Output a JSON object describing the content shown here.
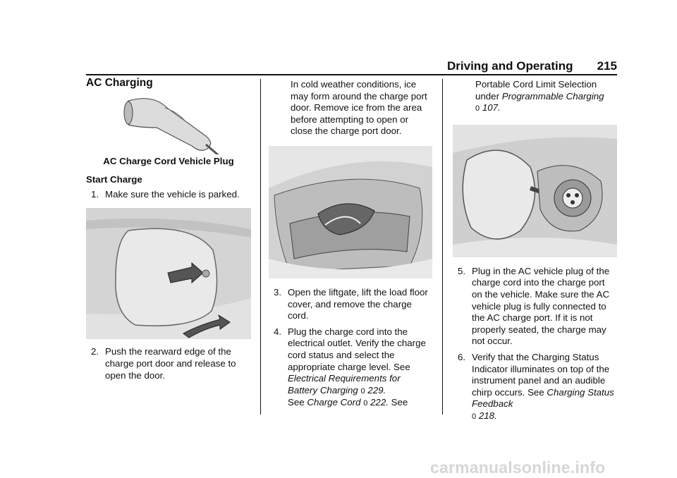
{
  "header": {
    "section": "Driving and Operating",
    "page": "215"
  },
  "col1": {
    "heading": "AC Charging",
    "figure_caption": "AC Charge Cord Vehicle Plug",
    "subheading": "Start Charge",
    "step1": {
      "num": "1.",
      "text": "Make sure the vehicle is parked."
    },
    "step2": {
      "num": "2.",
      "text": "Push the rearward edge of the charge port door and release to open the door."
    }
  },
  "col2": {
    "para": "In cold weather conditions, ice may form around the charge port door. Remove ice from the area before attempting to open or close the charge port door.",
    "step3": {
      "num": "3.",
      "text": "Open the liftgate, lift the load floor cover, and remove the charge cord."
    },
    "step4": {
      "num": "4.",
      "text_a": "Plug the charge cord into the electrical outlet. Verify the charge cord status and select the appropriate charge level. See ",
      "link1": "Electrical Requirements for Battery Charging",
      "arrow1": "0",
      "page1": "229.",
      "text_b": "See ",
      "link2": "Charge Cord",
      "arrow2": "0",
      "page2": "222.",
      "text_c": " See"
    }
  },
  "col3": {
    "para_a": "Portable Cord Limit Selection under ",
    "link": "Programmable Charging",
    "arrow": "0",
    "page": "107.",
    "step5": {
      "num": "5.",
      "text": "Plug in the AC vehicle plug of the charge cord into the charge port on the vehicle. Make sure the AC vehicle plug is fully connected to the AC charge port. If it is not properly seated, the charge may not occur."
    },
    "step6": {
      "num": "6.",
      "text_a": "Verify that the Charging Status Indicator illuminates on top of the instrument panel and an audible chirp occurs. See ",
      "link": "Charging Status Feedback",
      "arrow": "0",
      "page": "218."
    }
  },
  "watermark": "carmanualsonline.info"
}
